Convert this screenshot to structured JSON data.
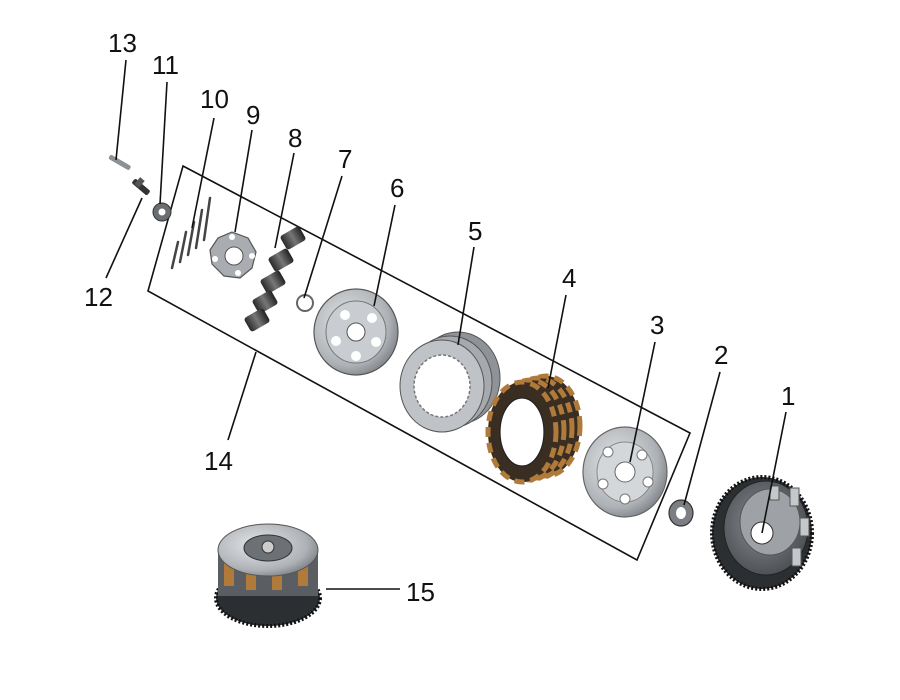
{
  "diagram": {
    "callouts": [
      {
        "id": "1",
        "label": "1"
      },
      {
        "id": "2",
        "label": "2"
      },
      {
        "id": "3",
        "label": "3"
      },
      {
        "id": "4",
        "label": "4"
      },
      {
        "id": "5",
        "label": "5"
      },
      {
        "id": "6",
        "label": "6"
      },
      {
        "id": "7",
        "label": "7"
      },
      {
        "id": "8",
        "label": "8"
      },
      {
        "id": "9",
        "label": "9"
      },
      {
        "id": "10",
        "label": "10"
      },
      {
        "id": "11",
        "label": "11"
      },
      {
        "id": "12",
        "label": "12"
      },
      {
        "id": "13",
        "label": "13"
      },
      {
        "id": "14",
        "label": "14"
      },
      {
        "id": "15",
        "label": "15"
      }
    ],
    "colors": {
      "outline": "#111111",
      "steel": "#b8bcc0",
      "steel_dark": "#6d7175",
      "friction": "#3a2e22",
      "friction_pad": "#b07a3a",
      "hub": "#5a5e62"
    }
  }
}
